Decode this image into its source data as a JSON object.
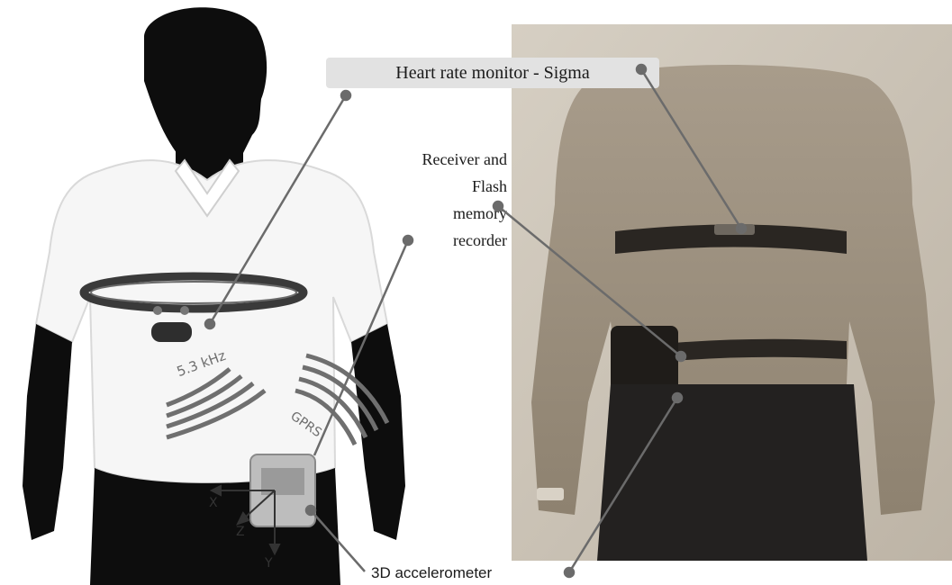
{
  "labels": {
    "heart_rate_monitor": "Heart rate monitor - Sigma",
    "receiver_line1": "Receiver and",
    "receiver_line2": "Flash",
    "receiver_line3": "memory",
    "receiver_line4": "recorder",
    "accelerometer": "3D accelerometer"
  },
  "illustration": {
    "signal_label_hrm": "5.3 kHz",
    "signal_label_gprs": "GPRS",
    "axis_x": "X",
    "axis_y": "Y",
    "axis_z": "Z"
  },
  "colors": {
    "callout_background": "#e2e2e2",
    "leader_line": "#6b6b6b",
    "silhouette": "#0d0d0d",
    "signal_arcs": "#6f6f6f",
    "photo_background": "#cfc6b8"
  }
}
